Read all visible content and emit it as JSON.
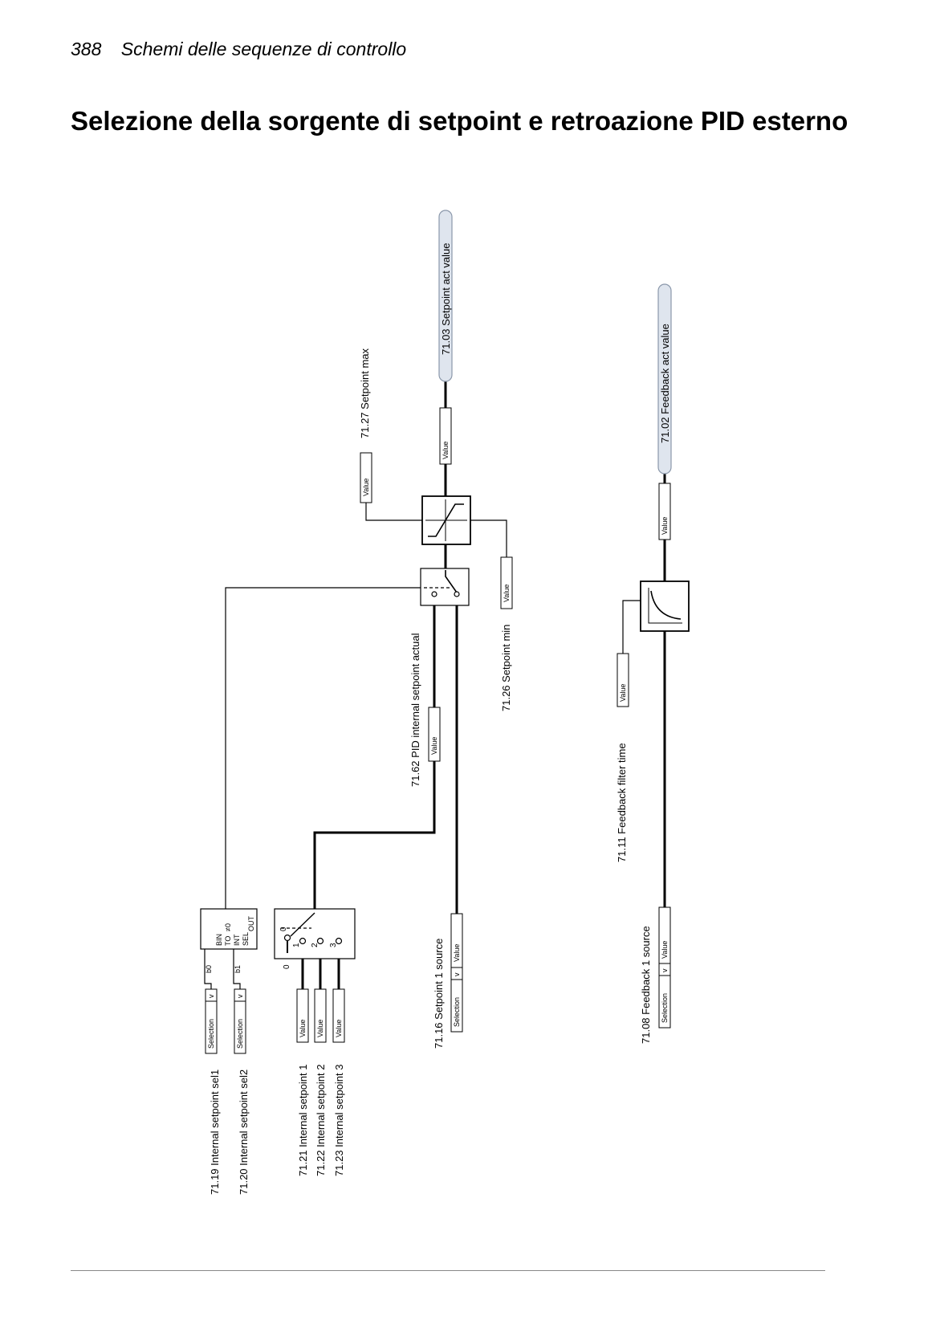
{
  "header": {
    "page_number": "388",
    "section": "Schemi delle sequenze di controllo"
  },
  "title": "Selezione della sorgente di setpoint e retroazione PID esterno",
  "box_labels": {
    "value": "Value",
    "selection": "Selection",
    "arrow": "v"
  },
  "bin_to_int": {
    "bin": "BIN",
    "to": "TO",
    "int": "INT",
    "sel": "SEL",
    "out": "OUT",
    "not_zero": "≠0",
    "b0": "b0",
    "b1": "b1"
  },
  "selector": {
    "zero_input": "0",
    "in0": "0",
    "in1": "1",
    "in2": "2",
    "in3": "3"
  },
  "params": {
    "p71_19": "71.19 Internal setpoint sel1",
    "p71_20": "71.20 Internal setpoint sel2",
    "p71_21": "71.21 Internal setpoint 1",
    "p71_22": "71.22 Internal setpoint 2",
    "p71_23": "71.23 Internal setpoint 3",
    "p71_16": "71.16 Setpoint 1 source",
    "p71_62": "71.62 PID internal setpoint actual",
    "p71_27": "71.27 Setpoint max",
    "p71_26": "71.26 Setpoint min",
    "p71_03": "71.03 Setpoint act value",
    "p71_11": "71.11 Feedback filter time",
    "p71_08": "71.08 Feedback 1 source",
    "p71_02": "71.02 Feedback act value"
  }
}
